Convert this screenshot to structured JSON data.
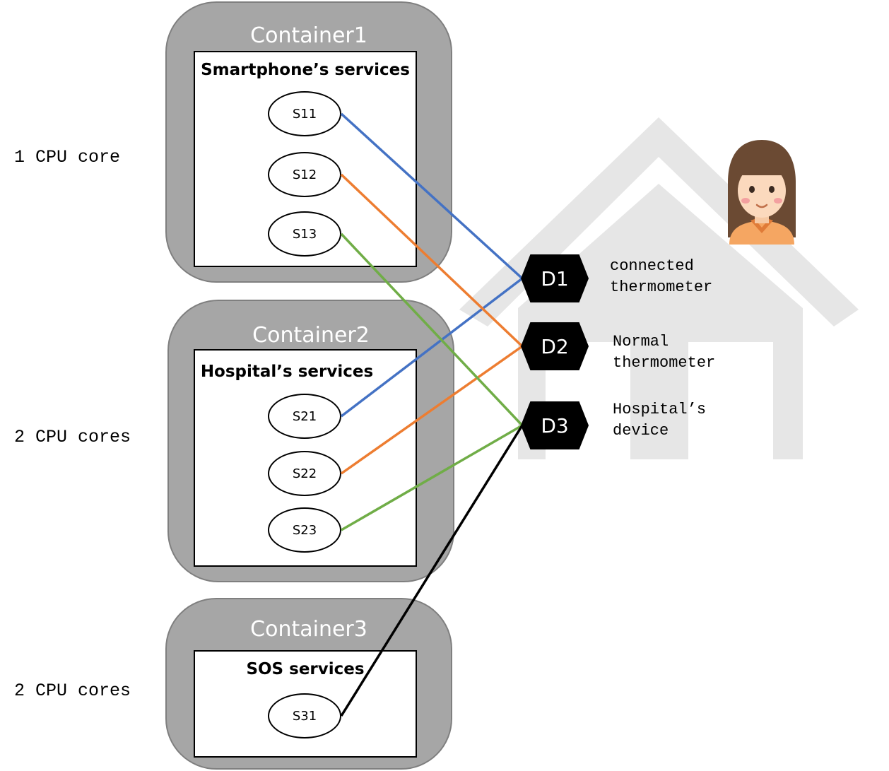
{
  "containers": [
    {
      "title": "Container1",
      "group_title": "Smartphone’s services",
      "cpu": "1 CPU core",
      "services": [
        "S11",
        "S12",
        "S13"
      ]
    },
    {
      "title": "Container2",
      "group_title": "Hospital’s services",
      "cpu": "2 CPU cores",
      "services": [
        "S21",
        "S22",
        "S23"
      ]
    },
    {
      "title": "Container3",
      "group_title": "SOS services",
      "cpu": "2 CPU cores",
      "services": [
        "S31"
      ]
    }
  ],
  "devices": [
    {
      "label": "D1",
      "desc_line1": "connected",
      "desc_line2": "thermometer"
    },
    {
      "label": "D2",
      "desc_line1": "Normal",
      "desc_line2": "thermometer"
    },
    {
      "label": "D3",
      "desc_line1": "Hospital’s",
      "desc_line2": "device"
    }
  ],
  "connections": [
    {
      "from": "S11",
      "to": "D1",
      "color": "#4472c4"
    },
    {
      "from": "S21",
      "to": "D1",
      "color": "#4472c4"
    },
    {
      "from": "S12",
      "to": "D2",
      "color": "#ed7d31"
    },
    {
      "from": "S22",
      "to": "D2",
      "color": "#ed7d31"
    },
    {
      "from": "S13",
      "to": "D3",
      "color": "#70ad47"
    },
    {
      "from": "S23",
      "to": "D3",
      "color": "#70ad47"
    },
    {
      "from": "S31",
      "to": "D3",
      "color": "#000000"
    }
  ],
  "colors": {
    "container_fill": "#a6a6a6",
    "house": "#e6e6e6",
    "device_fill": "#000000"
  }
}
